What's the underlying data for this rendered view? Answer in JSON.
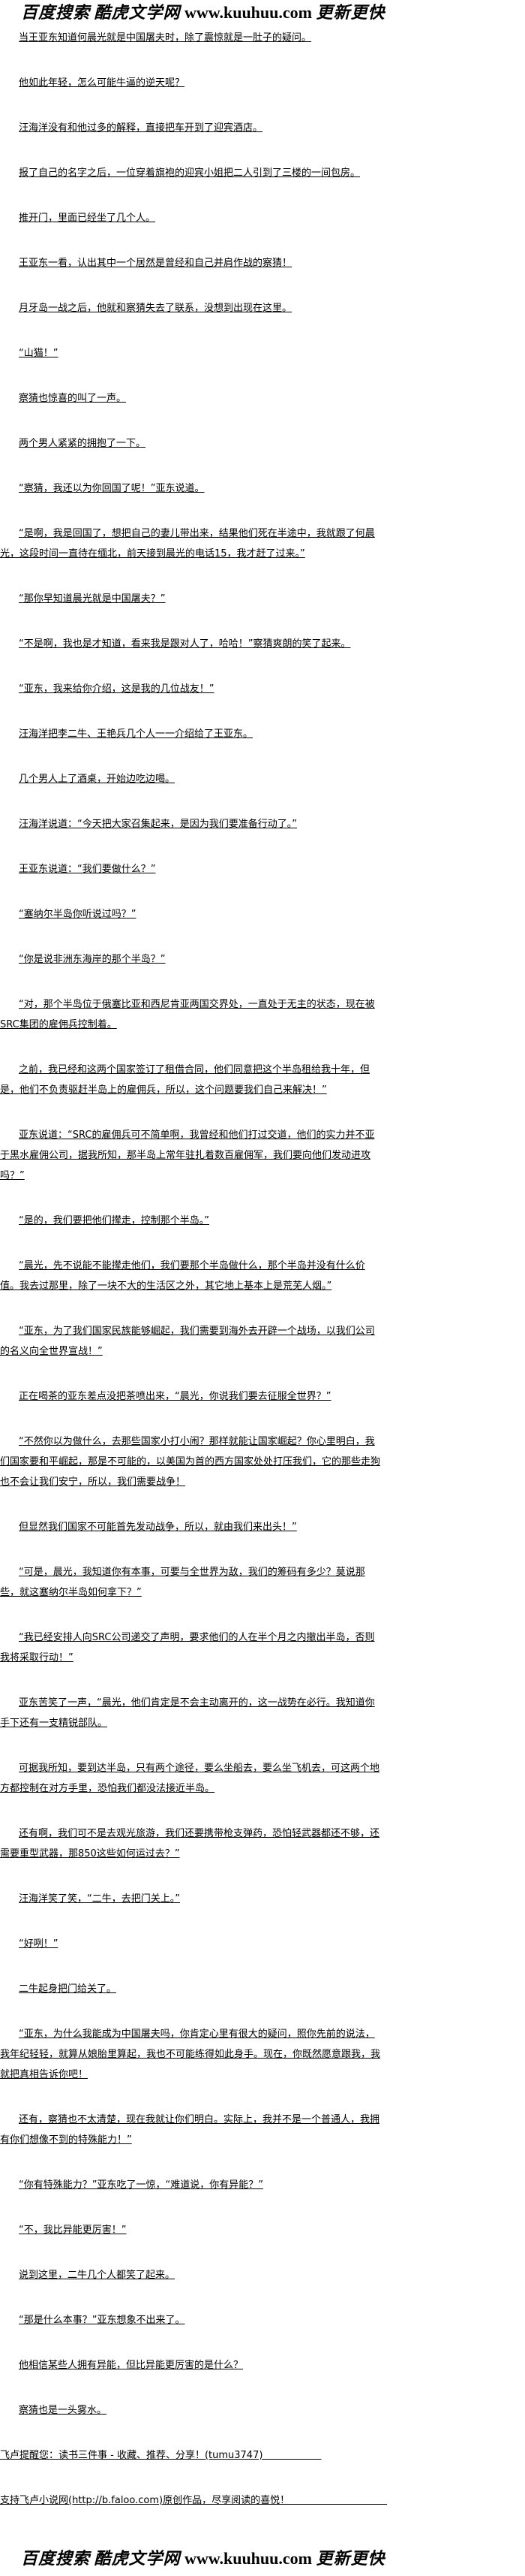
{
  "banner": {
    "search": "百度搜索",
    "site_name": "酷虎文学网",
    "url": "www.kuuhuu.com",
    "slogan": "更新更快"
  },
  "paragraphs": [
    "当王亚东知道何晨光就是中国屠夫时，除了震惊就是一肚子的疑问。",
    "他如此年轻，怎么可能牛逼的逆天呢？",
    "汪海洋没有和他过多的解释，直接把车开到了迎宾酒店。",
    "报了自己的名字之后，一位穿着旗袍的迎宾小姐把二人引到了三楼的一间包房。",
    "推开门，里面已经坐了几个人。",
    "王亚东一看，认出其中一个居然是曾经和自己并肩作战的察猜！",
    "月牙岛一战之后，他就和察猜失去了联系，没想到出现在这里。",
    "“山猫！”",
    "察猜也惊喜的叫了一声。",
    "两个男人紧紧的拥抱了一下。",
    "“察猜，我还以为你回国了呢！”亚东说道。",
    "“是啊，我是回国了，想把自己的妻儿带出来，结果他们死在半途中，我就跟了何晨光，这段时间一直待在缅北，前天接到晨光的电话15，我才赶了过来。”",
    "“那你早知道晨光就是中国屠夫？”",
    "“不是啊，我也是才知道，看来我是跟对人了，哈哈！”察猜爽朗的笑了起来。",
    "“亚东，我来给你介绍，这是我的几位战友！”",
    "汪海洋把李二牛、王艳兵几个人一一介绍给了王亚东。",
    "几个男人上了酒桌，开始边吃边喝。",
    "汪海洋说道：“今天把大家召集起来，是因为我们要准备行动了。”",
    "王亚东说道：“我们要做什么？”",
    "“塞纳尔半岛你听说过吗？”",
    "“你是说非洲东海岸的那个半岛？”",
    "“对，那个半岛位于俄塞比亚和西尼肯亚两国交界处，一直处于无主的状态，现在被SRC集团的雇佣兵控制着。",
    "之前，我已经和这两个国家签订了租借合同，他们同意把这个半岛租给我十年，但是，他们不负责驱赶半岛上的雇佣兵，所以，这个问题要我们自己来解决！”",
    "亚东说道：“SRC的雇佣兵可不简单啊，我曾经和他们打过交道，他们的实力并不亚于黑水雇佣公司，据我所知，那半岛上常年驻扎着数百雇佣军，我们要向他们发动进攻吗？”",
    "“是的，我们要把他们撵走，控制那个半岛。”",
    "“晨光，先不说能不能撵走他们，我们要那个半岛做什么，那个半岛并没有什么价值。我去过那里，除了一块不大的生活区之外，其它地上基本上是荒芜人烟。”",
    "“亚东，为了我们国家民族能够崛起，我们需要到海外去开辟一个战场，以我们公司的名义向全世界宣战！”",
    "正在喝茶的亚东差点没把茶喷出来，“晨光，你说我们要去征服全世界？”",
    "“不然你以为做什么，去那些国家小打小闹？那样就能让国家崛起？你心里明白，我们国家要和平崛起，那是不可能的，以美国为首的西方国家处处打压我们，它的那些走狗也不会让我们安宁，所以，我们需要战争！",
    "但显然我们国家不可能首先发动战争，所以，就由我们来出头！”",
    "“可是，晨光，我知道你有本事，可要与全世界为敌，我们的筹码有多少？莫说那些，就这塞纳尔半岛如何拿下？”",
    "“我已经安排人向SRC公司递交了声明，要求他们的人在半个月之内撤出半岛，否则我将采取行动！”",
    "亚东苦笑了一声，“晨光，他们肯定是不会主动离开的，这一战势在必行。我知道你手下还有一支精锐部队。",
    "可据我所知，要到达半岛，只有两个途径，要么坐船去，要么坐飞机去，可这两个地方都控制在对方手里，恐怕我们都没法接近半岛。",
    "还有啊，我们可不是去观光旅游，我们还要携带枪支弹药，恐怕轻武器都还不够，还需要重型武器，那850这些如何运过去？”",
    "汪海洋笑了笑，“二牛，去把门关上。”",
    "“好咧！”",
    "二牛起身把门给关了。",
    "“亚东，为什么我能成为中国屠夫吗，你肯定心里有很大的疑问，照你先前的说法，我年纪轻轻，就算从娘胎里算起，我也不可能练得如此身手。现在，你既然愿意跟我，我就把真相告诉你吧！",
    "还有，察猜也不太清楚，现在我就让你们明白。实际上，我并不是一个普通人，我拥有你们想像不到的特殊能力！”",
    "“你有特殊能力？”亚东吃了一惊，“难道说，你有异能？”",
    "“不，我比异能更厉害！”",
    "说到这里，二牛几个人都笑了起来。",
    "“那是什么本事？”亚东想象不出来了。",
    "他相信某些人拥有异能，但比异能更厉害的是什么？",
    "察猜也是一头雾水。"
  ],
  "footer": {
    "reminder": "飞卢提醒您：读书三件事 - 收藏、推荐、分享！(tumu3747)",
    "support": "支持飞卢小说网(http://b.faloo.com)原创作品，尽享阅读的喜悦！"
  }
}
